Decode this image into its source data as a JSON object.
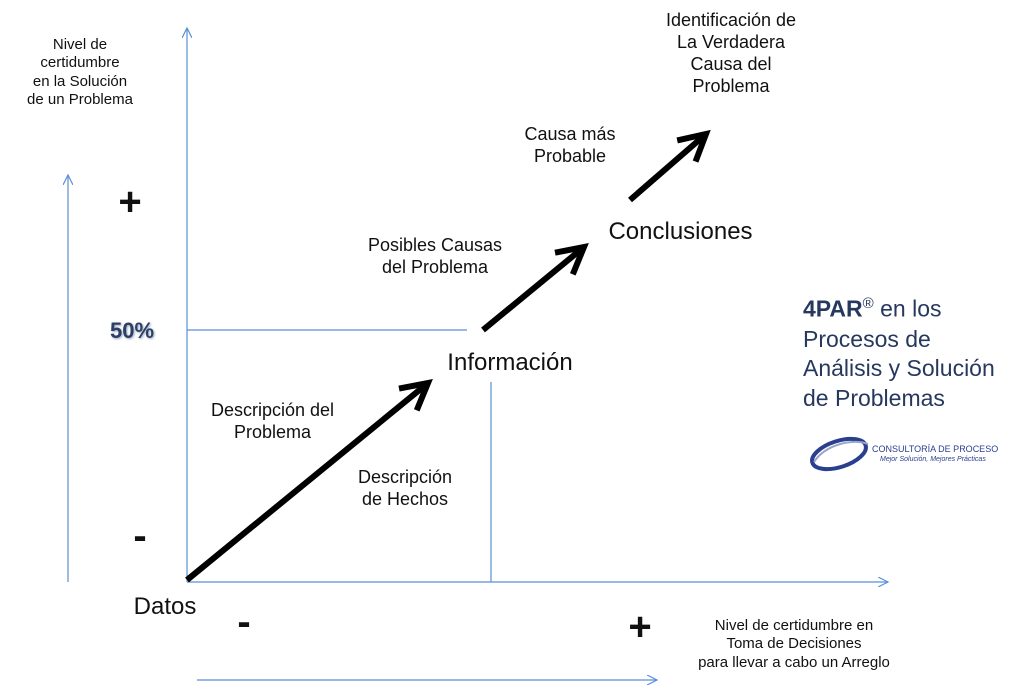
{
  "y_axis_title": "Nivel de\ncertidumbre\nen la Solución\nde un Problema",
  "x_axis_title": "Nivel de certidumbre en\nToma de Decisiones\npara llevar a cabo un Arreglo",
  "y_plus": "+",
  "y_minus": "-",
  "x_minus": "-",
  "x_plus": "+",
  "y_mark": "50%",
  "stages": {
    "datos": "Datos",
    "informacion": "Información",
    "conclusiones": "Conclusiones"
  },
  "notes": {
    "descripcion_problema": "Descripción del\nProblema",
    "descripcion_hechos": "Descripción\nde Hechos",
    "posibles_causas": "Posibles Causas\ndel Problema",
    "causa_probable": "Causa más\nProbable",
    "verdadera_causa": "Identificación de\nLa Verdadera\nCausa del\nProblema"
  },
  "brand": {
    "name": "4PAR",
    "mark": "®",
    "text_lines": [
      " en los",
      "Procesos de",
      "Análisis y Solución",
      "de Problemas"
    ]
  },
  "logo": {
    "company": "CONSULTORÍA DE PROCESO",
    "tagline": "Mejor Solución, Mejores Prácticas"
  },
  "colors": {
    "axis": "#5b8fd6",
    "arrow": "#000000",
    "brand": "#27385f",
    "logo": "#2a3f8f"
  }
}
